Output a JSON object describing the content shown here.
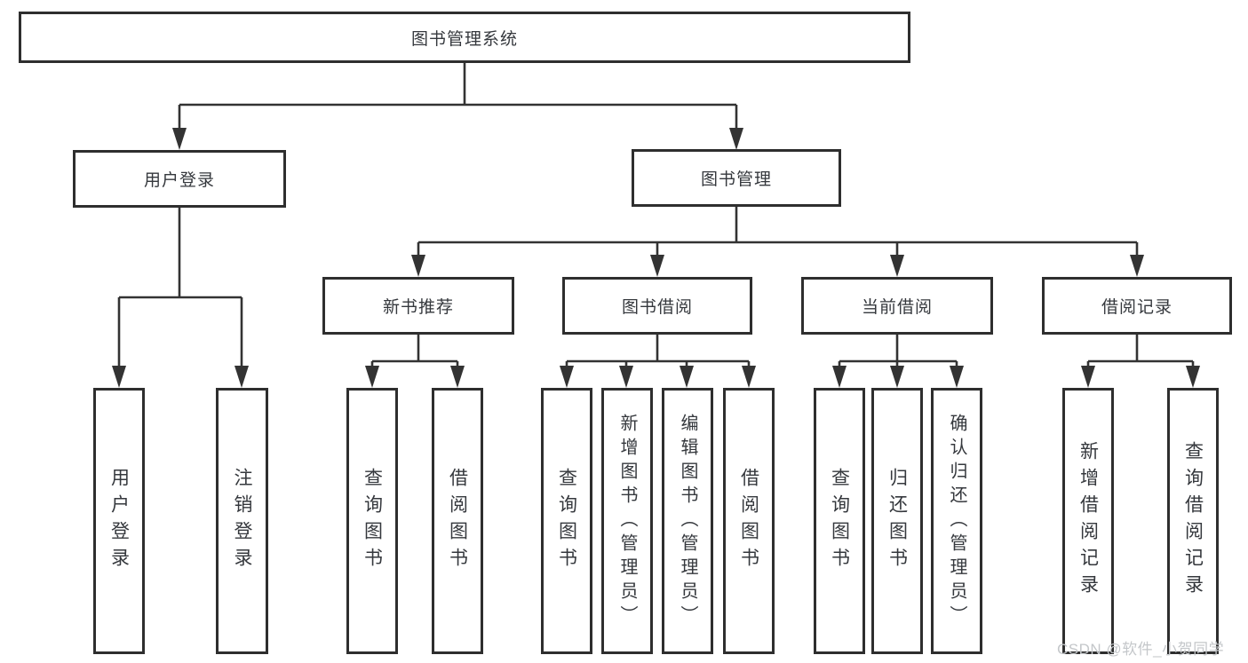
{
  "diagram": {
    "type": "hierarchy-tree",
    "root": {
      "label": "图书管理系统"
    },
    "branches": [
      {
        "label": "用户登录",
        "children": [
          "用户登录",
          "注销登录"
        ]
      },
      {
        "label": "图书管理",
        "groups": [
          {
            "label": "新书推荐",
            "children": [
              "查询图书",
              "借阅图书"
            ]
          },
          {
            "label": "图书借阅",
            "children": [
              "查询图书",
              "新增图书（管理员）",
              "编辑图书（管理员）",
              "借阅图书"
            ]
          },
          {
            "label": "当前借阅",
            "children": [
              "查询图书",
              "归还图书",
              "确认归还（管理员）"
            ]
          },
          {
            "label": "借阅记录",
            "children": [
              "新增借阅记录",
              "查询借阅记录"
            ]
          }
        ]
      }
    ],
    "colors": {
      "line": "#333333",
      "box_border": "#2e2e2e",
      "box_fill": "#ffffff",
      "text": "#35383d",
      "watermark_text": "#c4c7ca",
      "background": "#ffffff"
    },
    "watermark": "CSDN @软件_小贺同学"
  }
}
